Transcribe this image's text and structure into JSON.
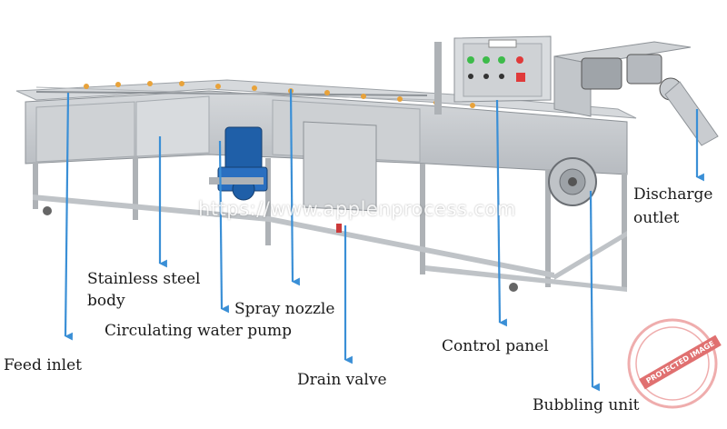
{
  "labels": {
    "feed_inlet": "Feed inlet",
    "stainless_steel_body_line1": "Stainless steel",
    "stainless_steel_body_line2": "body",
    "circulating_water_pump": "Circulating water pump",
    "spray_nozzle": "Spray nozzle",
    "drain_valve": "Drain valve",
    "control_panel": "Control panel",
    "bubbling_unit": "Bubbling unit",
    "discharge_outlet_line1": "Discharge",
    "discharge_outlet_line2": "outlet"
  },
  "watermark": "https://www.applenprocess.com",
  "stamp": "PROTECTED IMAGE",
  "colors": {
    "arrow": "#3a8fd6",
    "steel": "#c9ccd0",
    "pump": "#1f5fa8",
    "fruit": "#e8a23a",
    "stamp": "#e05a5a",
    "button_green": "#3dbb4a",
    "button_red": "#e03a3a"
  }
}
